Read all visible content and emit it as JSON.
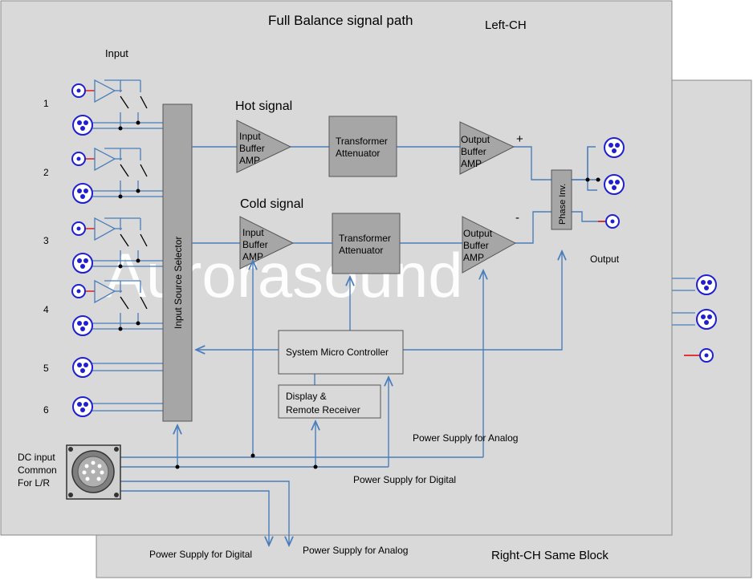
{
  "title": "Full Balance signal path",
  "channel_left": "Left-CH",
  "channel_right": "Right-CH  Same Block",
  "watermark": "Aurorasound",
  "input_label": "Input",
  "output_label": "Output",
  "input_numbers": [
    "1",
    "2",
    "3",
    "4",
    "5",
    "6"
  ],
  "input_source_selector": "Input Source Selector",
  "hot_signal": "Hot signal",
  "cold_signal": "Cold signal",
  "input_buffer": [
    "Input",
    "Buffer",
    "AMP"
  ],
  "output_buffer": [
    "Output",
    "Buffer",
    "AMP"
  ],
  "transformer": [
    "Transformer",
    "Attenuator"
  ],
  "phase_inv": "Phase Inv.",
  "plus_sign": "+",
  "minus_sign": "-",
  "micro_controller": "System Micro Controller",
  "display_receiver": [
    "Display &",
    "Remote Receiver"
  ],
  "dc_input": [
    "DC input",
    "Common",
    "For L/R"
  ],
  "ps_analog": "Power Supply for Analog",
  "ps_digital": "Power Supply for Digital",
  "ps_digital_right": "Power Supply for Digital",
  "ps_analog_right": "Power Supply for Analog",
  "colors": {
    "panel": "#d9d9d9",
    "block": "#a6a6a6",
    "line": "#4a7ebb",
    "connector": "#1f1fd0",
    "red": "#e00000"
  }
}
